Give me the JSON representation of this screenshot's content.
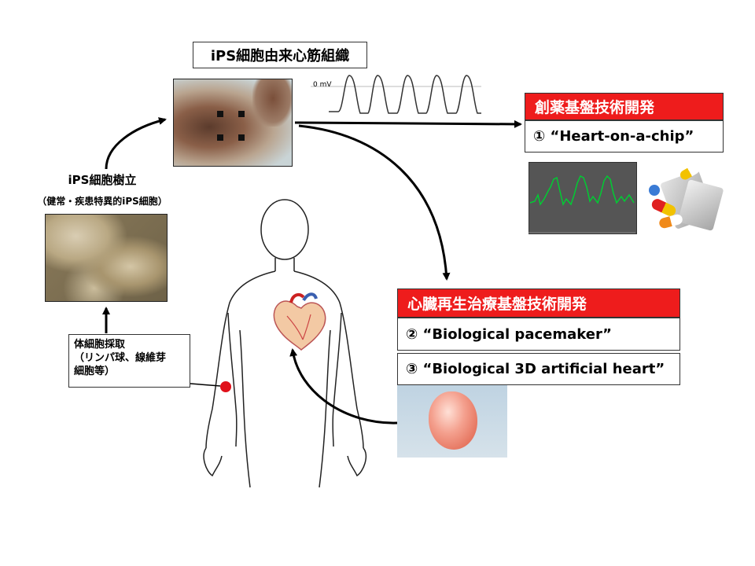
{
  "tissue_title": "iPS細胞由来心筋組織",
  "ips_establish": {
    "title": "iPS細胞樹立",
    "subtitle": "（健常・疾患特異的iPS細胞）"
  },
  "somatic_collection": {
    "line1": "体細胞採取",
    "line2": "（リンパ球、線維芽",
    "line3": "細胞等）"
  },
  "signal_label": "0 mV",
  "drug_platform": {
    "header": "創薬基盤技術開発",
    "item1": "① “Heart-on-a-chip”"
  },
  "regen_platform": {
    "header": "心臓再生治療基盤技術開発",
    "item2": "② “Biological pacemaker”",
    "item3": "③ “Biological 3D artificial heart”"
  },
  "colors": {
    "red_header": "#ee1c1c",
    "signal_green": "#00cc33",
    "graph_bg": "#555555",
    "arrow": "#000000",
    "sample_site": "#e0101a"
  }
}
